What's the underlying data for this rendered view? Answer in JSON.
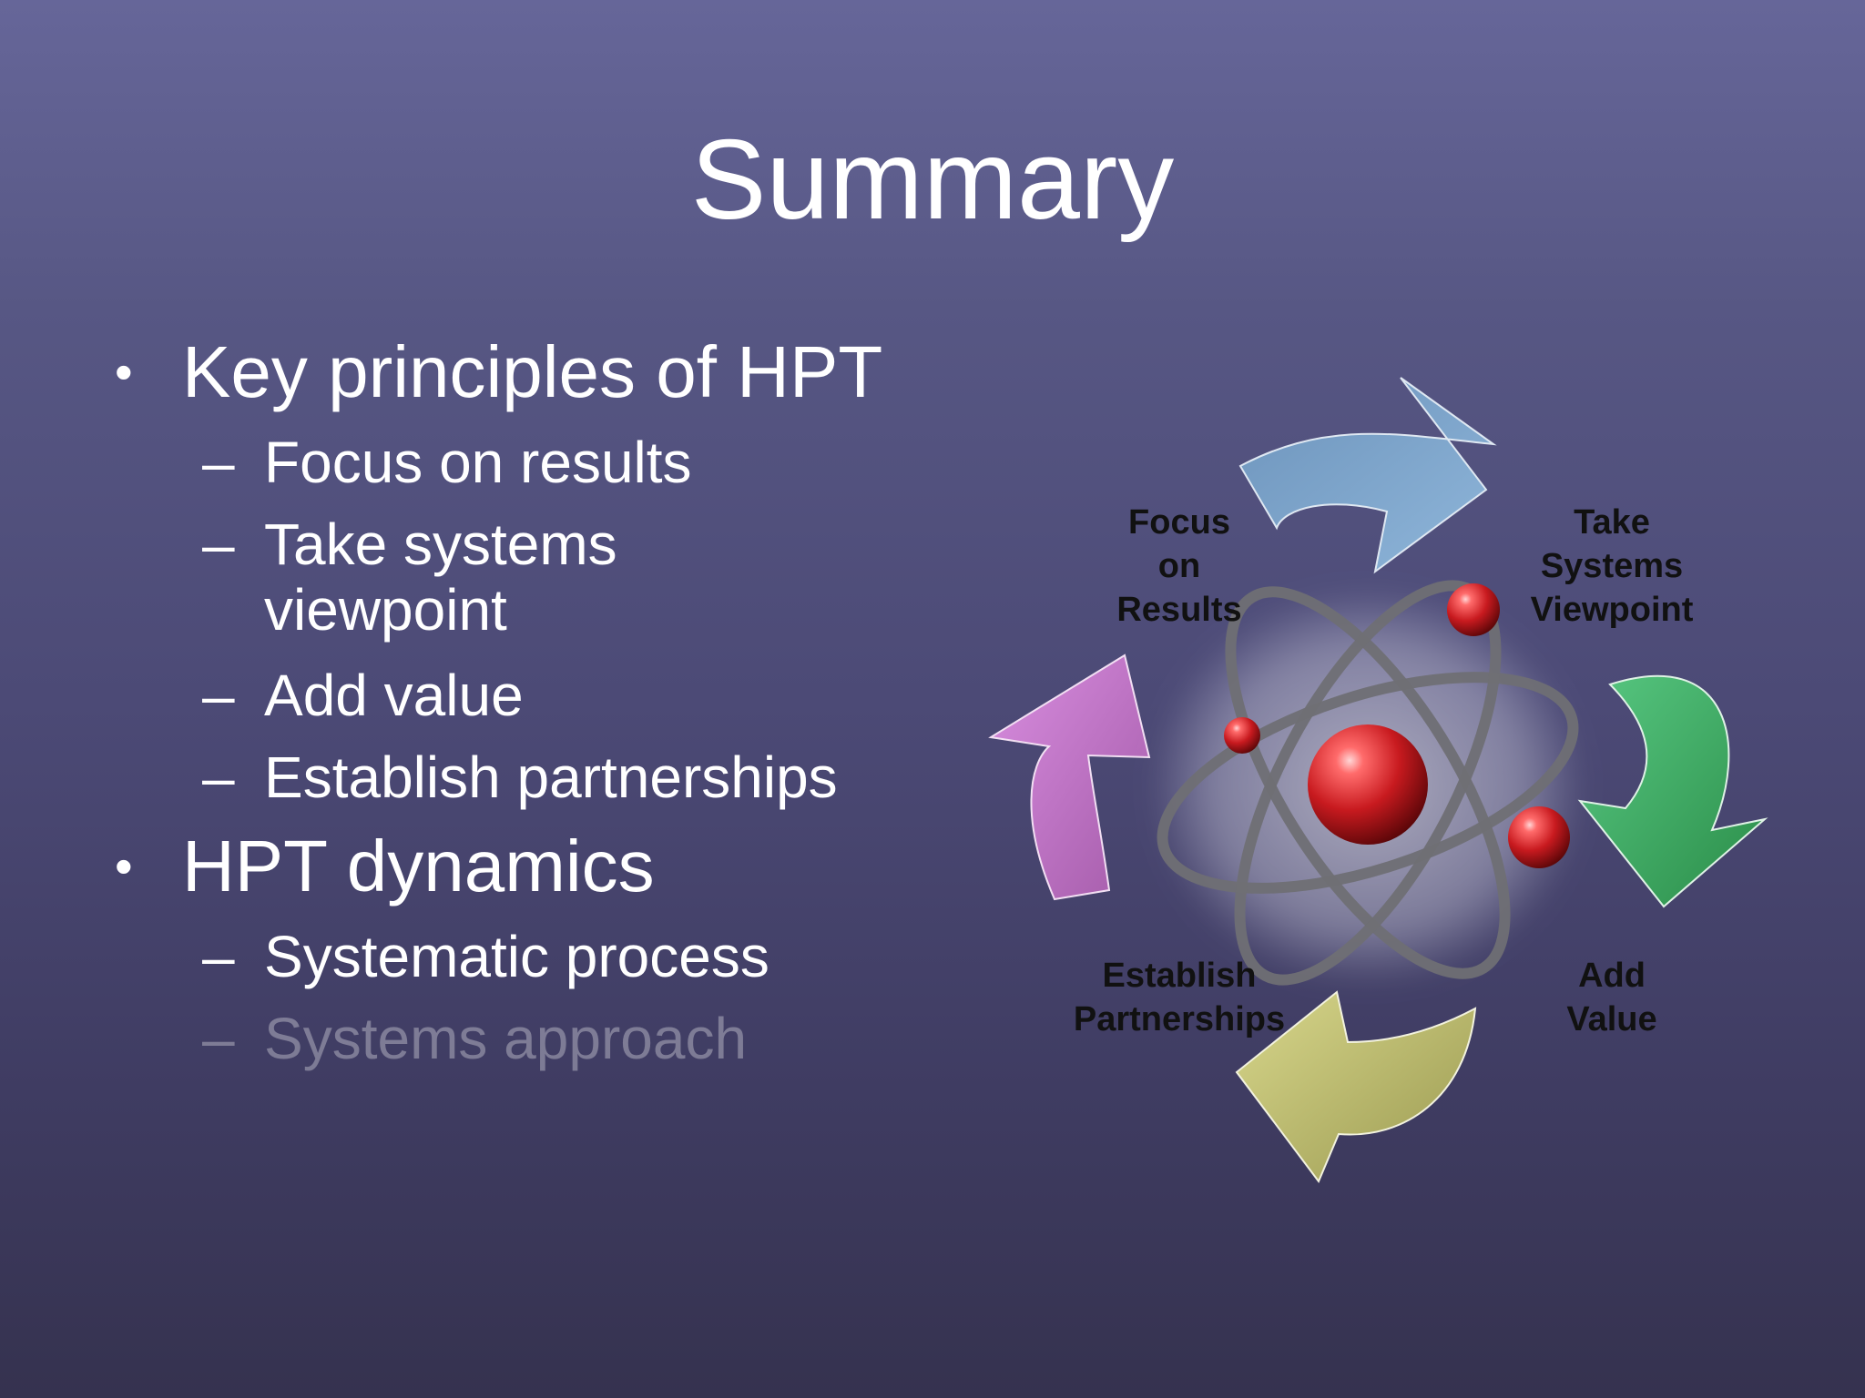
{
  "slide": {
    "title": "Summary",
    "bullets": [
      {
        "text": "Key principles of HPT",
        "subitems": [
          "Focus on results",
          "Take systems viewpoint",
          "Add value",
          "Establish partnerships"
        ]
      },
      {
        "text": "HPT dynamics",
        "subitems": [
          "Systematic process",
          "Systems approach"
        ]
      }
    ],
    "bullet_glyph": "•",
    "dash_glyph": "–"
  },
  "diagram": {
    "labels": {
      "focus": [
        "Focus",
        "on",
        "Results"
      ],
      "systems": [
        "Take",
        "Systems",
        "Viewpoint"
      ],
      "value": [
        "Add",
        "Value"
      ],
      "partner": [
        "Establish",
        "Partnerships"
      ]
    },
    "arrow_colors": {
      "blue": "#7aa1c8",
      "green": "#3daa5e",
      "olive": "#c4c27a",
      "purple": "#c57ac9"
    },
    "center_icon": "atom-icon",
    "nucleus_color": "#c81a1f"
  }
}
